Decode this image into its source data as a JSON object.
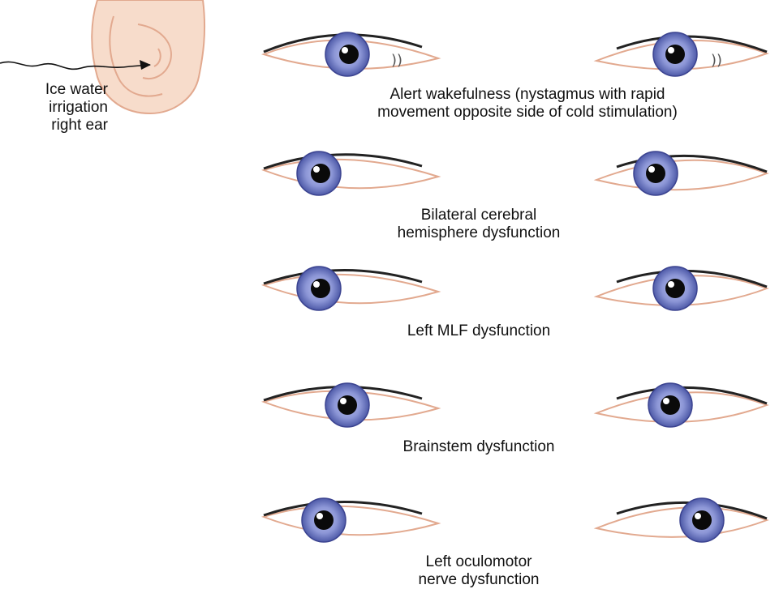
{
  "stimulus": {
    "label_lines": [
      "Ice water",
      "irrigation",
      "right ear"
    ],
    "icon": "ear-icon",
    "ear_color": "#f7dccb",
    "ear_outline": "#e2a98f"
  },
  "colors": {
    "iris": "#8c96d6",
    "iris_dark": "#4e5aa8",
    "pupil": "#0a0a0a",
    "eyelid_line": "#e2a98f",
    "lash": "#222222"
  },
  "rows": [
    {
      "caption_lines": [
        "Alert wakefulness (nystagmus with rapid",
        "movement opposite side of cold stimulation)"
      ],
      "nystagmus_marks": "))"
    },
    {
      "caption_lines": [
        "Bilateral cerebral",
        "hemisphere dysfunction"
      ]
    },
    {
      "caption_lines": [
        "Left MLF dysfunction"
      ]
    },
    {
      "caption_lines": [
        "Brainstem dysfunction"
      ]
    },
    {
      "caption_lines": [
        "Left oculomotor",
        "nerve dysfunction"
      ]
    }
  ]
}
